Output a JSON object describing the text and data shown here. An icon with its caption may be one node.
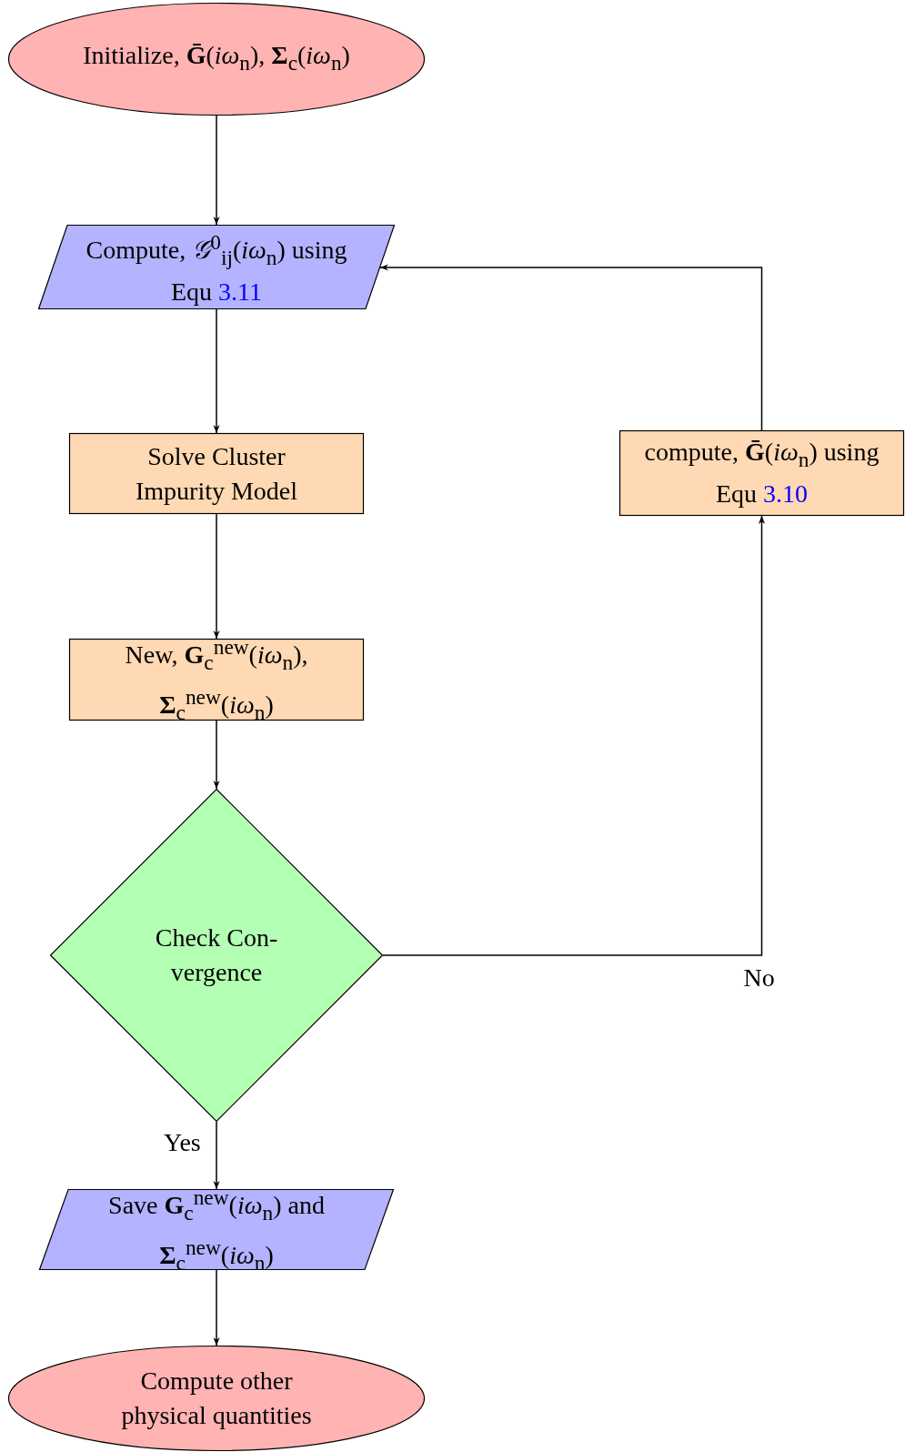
{
  "diagram": {
    "nodes": [
      {
        "text": [
          "Initialize, **Ḡ**(*iω*$_{n}$), **Σ**$_{c}$(*iω*$_{n}$)"
        ]
      },
      {
        "text": [
          "Compute, *𝒢*$^{0}$$_{ij}$(*iω*$_{n}$) using Equ",
          "3.11"
        ]
      },
      {
        "text": [
          "Solve Cluster Impurity Model"
        ]
      },
      {
        "text": [
          "New, **G**$_{c}$$^{new}$(*iω*$_{n}$), **Σ**$_{c}$$^{new}$(*iω*$_{n}$)"
        ]
      },
      {
        "text": [
          "Check Con- vergence"
        ]
      },
      {
        "text": [
          "Save **G**$_{c}$$^{new}$(*iω*$_{n}$) and **Σ**$_{c}$$^{new}$(*iω*$_{n}$)"
        ]
      },
      {
        "text": [
          "Compute other physical quantities"
        ]
      },
      {
        "text": [
          "compute, **Ḡ**(*iω*$_{n}$) using Equ",
          "3.10"
        ]
      }
    ],
    "edges": [
      {
        "from": 0,
        "to": 1,
        "arrow": "to"
      },
      {
        "from": 1,
        "to": 2,
        "arrow": "to"
      },
      {
        "from": 2,
        "to": 3,
        "arrow": "to"
      },
      {
        "from": 3,
        "to": 4,
        "arrow": "to"
      },
      {
        "from": 4,
        "to": 5,
        "arrow": "to",
        "label": "Yes"
      },
      {
        "from": 5,
        "to": 6,
        "arrow": "to"
      },
      {
        "from": 4,
        "to": 7,
        "arrow": "to",
        "label": "No"
      },
      {
        "from": 7,
        "to": 1,
        "arrow": "to"
      }
    ]
  }
}
